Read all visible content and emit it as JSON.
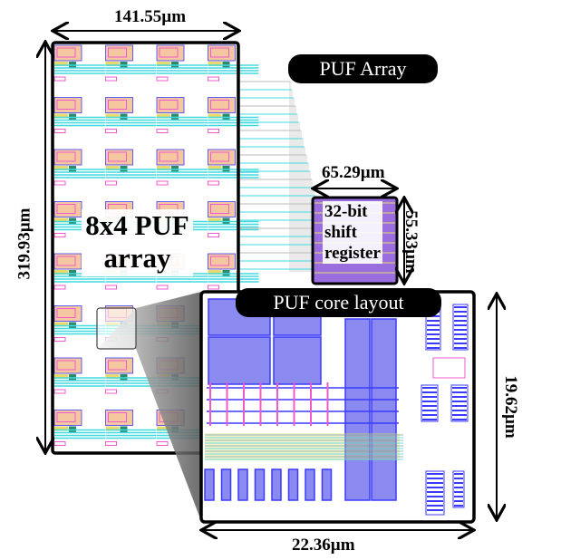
{
  "title_pills": {
    "array": "PUF Array",
    "core": "PUF core layout"
  },
  "array_block": {
    "label_line1": "8x4 PUF",
    "label_line2": "array",
    "rows": 8,
    "cols": 4,
    "width": "141.55µm",
    "height": "319.93µm"
  },
  "shift_register": {
    "line1": "32-bit",
    "line2": "shift",
    "line3": "register",
    "width": "65.29µm",
    "height": "55.33µm"
  },
  "core_layout": {
    "width": "22.36µm",
    "height": "19.62µm"
  },
  "colors": {
    "wire_cyan": "#41d9e0",
    "metal_blue": "#3b3bff",
    "fill_purple": "#8a8af0",
    "poly_pink": "#f05ad0",
    "yellow": "#e8d96a"
  }
}
